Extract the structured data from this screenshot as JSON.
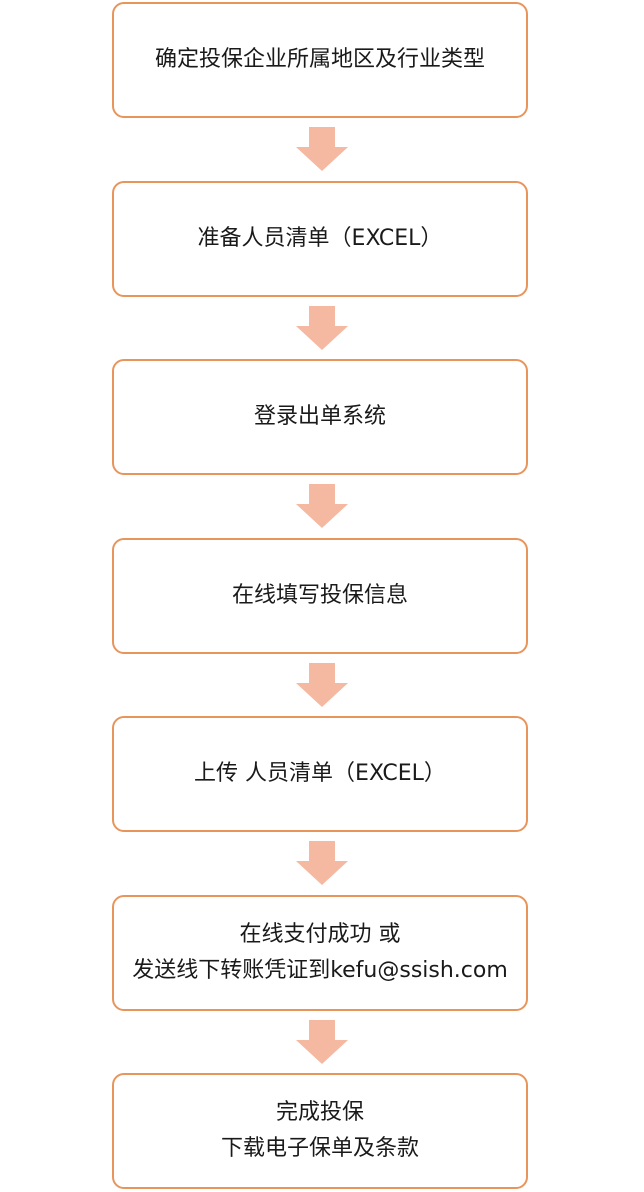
{
  "colors": {
    "box_border": "#e8955c",
    "arrow_fill": "#f5b8a0",
    "text": "#1a1a1a"
  },
  "steps": [
    {
      "lines": [
        "确定投保企业所属地区及行业类型"
      ]
    },
    {
      "lines": [
        "准备人员清单（EXCEL）"
      ]
    },
    {
      "lines": [
        "登录出单系统"
      ]
    },
    {
      "lines": [
        "在线填写投保信息"
      ]
    },
    {
      "lines": [
        "上传 人员清单（EXCEL）"
      ]
    },
    {
      "lines": [
        "在线支付成功 或",
        "发送线下转账凭证到kefu@ssish.com"
      ]
    },
    {
      "lines": [
        "完成投保",
        "下载电子保单及条款"
      ]
    }
  ]
}
